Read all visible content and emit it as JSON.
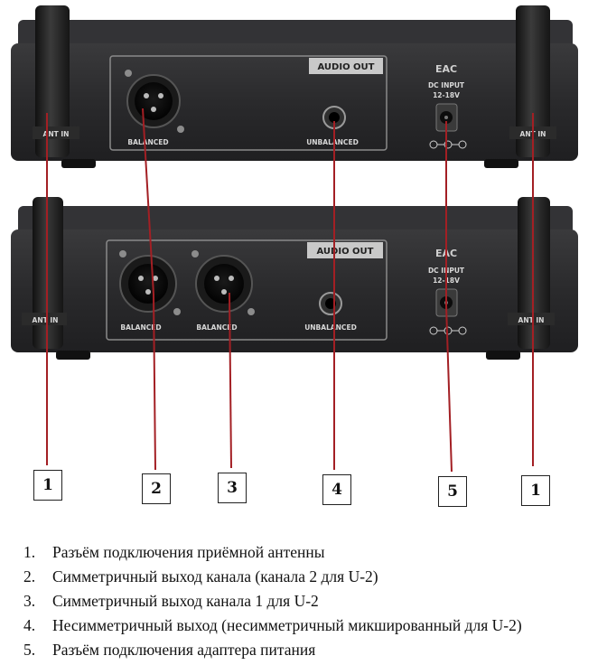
{
  "units": {
    "top": {
      "audio_out": "AUDIO OUT",
      "xlr_labels": [
        "BALANCED"
      ],
      "unbalanced": "UNBALANCED",
      "dc_input": "DC INPUT",
      "dc_voltage": "12-18V",
      "eac": "EAC",
      "ant_left": "ANT IN",
      "ant_right": "ANT IN"
    },
    "bottom": {
      "audio_out": "AUDIO OUT",
      "xlr_labels": [
        "BALANCED",
        "BALANCED"
      ],
      "unbalanced": "UNBALANCED",
      "dc_input": "DC INPUT",
      "dc_voltage": "12-18V",
      "eac": "EAC",
      "ant_left": "ANT IN",
      "ant_right": "ANT IN"
    }
  },
  "callouts": [
    "1",
    "2",
    "3",
    "4",
    "5",
    "1"
  ],
  "legend": [
    {
      "num": "1.",
      "text": "Разъём подключения приёмной антенны"
    },
    {
      "num": "2.",
      "text": "Симметричный выход канала (канала 2 для U-2)"
    },
    {
      "num": "3.",
      "text": "Симметричный выход канала 1 для U-2"
    },
    {
      "num": "4.",
      "text": "Несимметричный выход (несимметричный микшированный для U-2)"
    },
    {
      "num": "5.",
      "text": "Разъём подключения адаптера питания"
    }
  ],
  "colors": {
    "leader_line": "#a31f24",
    "chassis": "#2b2b2d",
    "panel_text": "#d8d8d8"
  }
}
